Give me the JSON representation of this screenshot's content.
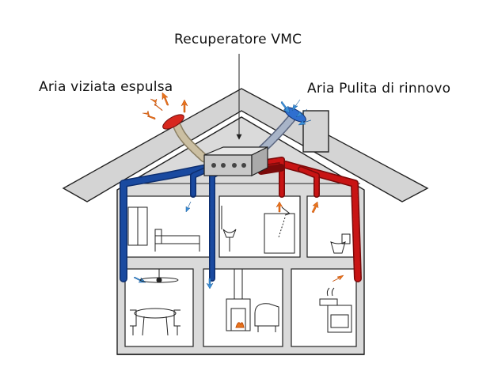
{
  "labels": {
    "unit": "Recuperatore VMC",
    "exhaust": "Aria viziata espulsa",
    "fresh": "Aria Pulita di rinnovo"
  },
  "colors": {
    "supply_duct": "#c81414",
    "extract_duct": "#1a4aa0",
    "intake_flex": "#a8b4c8",
    "exhaust_flex": "#cbbfa2",
    "warm_arrow": "#e8741c",
    "cool_arrow": "#3a8fd8",
    "roof_fill": "#d4d4d4",
    "wall_fill": "#dadada",
    "outline": "#222222"
  },
  "icons": [
    "fan-icon",
    "dining-table-icon",
    "fireplace-icon",
    "armchair-icon",
    "stove-icon",
    "bed-icon",
    "wardrobe-icon",
    "shower-icon",
    "sink-icon",
    "toilet-icon"
  ]
}
